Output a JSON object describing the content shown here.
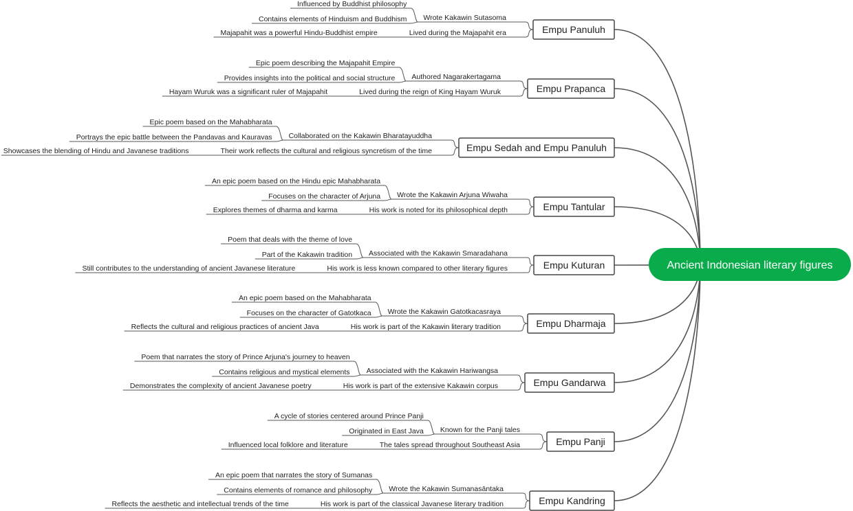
{
  "root": {
    "label": "Ancient Indonesian literary figures",
    "color": "#0aab4b"
  },
  "figures": [
    {
      "name": "Empu Panuluh",
      "facts": [
        {
          "label": "Wrote Kakawin Sutasoma",
          "details": [
            "Influenced by Buddhist philosophy",
            "Contains elements of Hinduism and Buddhism"
          ]
        },
        {
          "label": "Lived during the Majapahit era",
          "details": [
            "Majapahit was a powerful Hindu-Buddhist empire"
          ]
        }
      ]
    },
    {
      "name": "Empu Prapanca",
      "facts": [
        {
          "label": "Authored Nagarakertagama",
          "details": [
            "Epic poem describing the Majapahit Empire",
            "Provides insights into the political and social structure"
          ]
        },
        {
          "label": "Lived during the reign of King Hayam Wuruk",
          "details": [
            "Hayam Wuruk was a significant ruler of Majapahit"
          ]
        }
      ]
    },
    {
      "name": "Empu Sedah and Empu Panuluh",
      "facts": [
        {
          "label": "Collaborated on the Kakawin Bharatayuddha",
          "details": [
            "Epic poem based on the Mahabharata",
            "Portrays the epic battle between the Pandavas and Kauravas"
          ]
        },
        {
          "label": "Their work reflects the cultural and religious syncretism of the time",
          "details": [
            "Showcases the blending of Hindu and Javanese traditions"
          ]
        }
      ]
    },
    {
      "name": "Empu Tantular",
      "facts": [
        {
          "label": "Wrote the Kakawin Arjuna Wiwaha",
          "details": [
            "An epic poem based on the Hindu epic Mahabharata",
            "Focuses on the character of Arjuna"
          ]
        },
        {
          "label": "His work is noted for its philosophical depth",
          "details": [
            "Explores themes of dharma and karma"
          ]
        }
      ]
    },
    {
      "name": "Empu Kuturan",
      "facts": [
        {
          "label": "Associated with the Kakawin Smaradahana",
          "details": [
            "Poem that deals with the theme of love",
            "Part of the Kakawin tradition"
          ]
        },
        {
          "label": "His work is less known compared to other literary figures",
          "details": [
            "Still contributes to the understanding of ancient Javanese literature"
          ]
        }
      ]
    },
    {
      "name": "Empu Dharmaja",
      "facts": [
        {
          "label": "Wrote the Kakawin Gatotkacasraya",
          "details": [
            "An epic poem based on the Mahabharata",
            "Focuses on the character of Gatotkaca"
          ]
        },
        {
          "label": "His work is part of the Kakawin literary tradition",
          "details": [
            "Reflects the cultural and religious practices of ancient Java"
          ]
        }
      ]
    },
    {
      "name": "Empu Gandarwa",
      "facts": [
        {
          "label": "Associated with the Kakawin Hariwangsa",
          "details": [
            "Poem that narrates the story of Prince Arjuna's journey to heaven",
            "Contains religious and mystical elements"
          ]
        },
        {
          "label": "His work is part of the extensive Kakawin corpus",
          "details": [
            "Demonstrates the complexity of ancient Javanese poetry"
          ]
        }
      ]
    },
    {
      "name": "Empu Panji",
      "facts": [
        {
          "label": "Known for the Panji tales",
          "details": [
            "A cycle of stories centered around Prince Panji",
            "Originated in East Java"
          ]
        },
        {
          "label": "The tales spread throughout Southeast Asia",
          "details": [
            "Influenced local folklore and literature"
          ]
        }
      ]
    },
    {
      "name": "Empu Kandring",
      "facts": [
        {
          "label": "Wrote the Kakawin Sumanasāntaka",
          "details": [
            "An epic poem that narrates the story of Sumanas",
            "Contains elements of romance and philosophy"
          ]
        },
        {
          "label": "His work is part of the classical Javanese literary tradition",
          "details": [
            "Reflects the aesthetic and intellectual trends of the time"
          ]
        }
      ]
    }
  ]
}
